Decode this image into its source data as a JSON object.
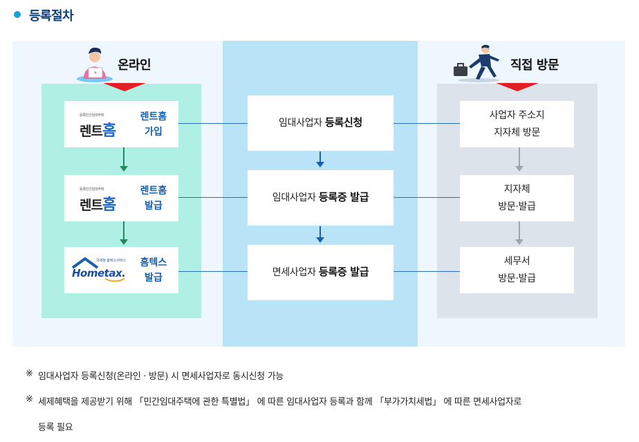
{
  "title": "등록절차",
  "columns": {
    "online": {
      "heading": "온라인"
    },
    "visit": {
      "heading": "직접 방문"
    }
  },
  "online_steps": [
    {
      "logo_small": "등록민간임대주택",
      "logo_main": "렌트",
      "logo_home": "홈",
      "label_line1": "렌트홈",
      "label_line2": "가입"
    },
    {
      "logo_small": "등록민간임대주택",
      "logo_main": "렌트",
      "logo_home": "홈",
      "label_line1": "렌트홈",
      "label_line2": "발급"
    },
    {
      "logo_small": "국세청 홈택스서비스",
      "logo_main": "Hometax.",
      "label_line1": "홈텍스",
      "label_line2": "발급"
    }
  ],
  "center_steps": [
    {
      "prefix": "임대사업자 ",
      "strong": "등록신청"
    },
    {
      "prefix": "임대사업자 ",
      "strong": "등록증 발급"
    },
    {
      "prefix": "면세사업자 ",
      "strong": "등록증 발급"
    }
  ],
  "visit_steps": [
    {
      "line1": "사업자 주소지",
      "line2": "지자체 방문"
    },
    {
      "line1": "지자체",
      "line2": "방문·발급"
    },
    {
      "line1": "세무서",
      "line2": "방문·발급"
    }
  ],
  "notes": [
    {
      "mark": "※",
      "text": "임대사업자 등록신청(온라인 · 방문) 시 면세사업자로 동시신청 가능"
    },
    {
      "mark": "※",
      "text": "세제혜택을 제공받기 위해 「민간임대주택에 관한 특별법」 에 따른 임대사업자 등록과 함께 「부가가치세법」 에 따른 면세사업자로",
      "continuation": "등록 필요"
    }
  ],
  "colors": {
    "title": "#0b3f7a",
    "accent_dot": "#1a9fd9",
    "online_panel": "#b0f0e4",
    "center_column": "#b9e4f8",
    "visit_panel": "#dde3ea",
    "indicator": "#e31e24"
  },
  "icons": {
    "online": "person-with-laptop-icon",
    "visit": "walking-businessman-icon"
  }
}
